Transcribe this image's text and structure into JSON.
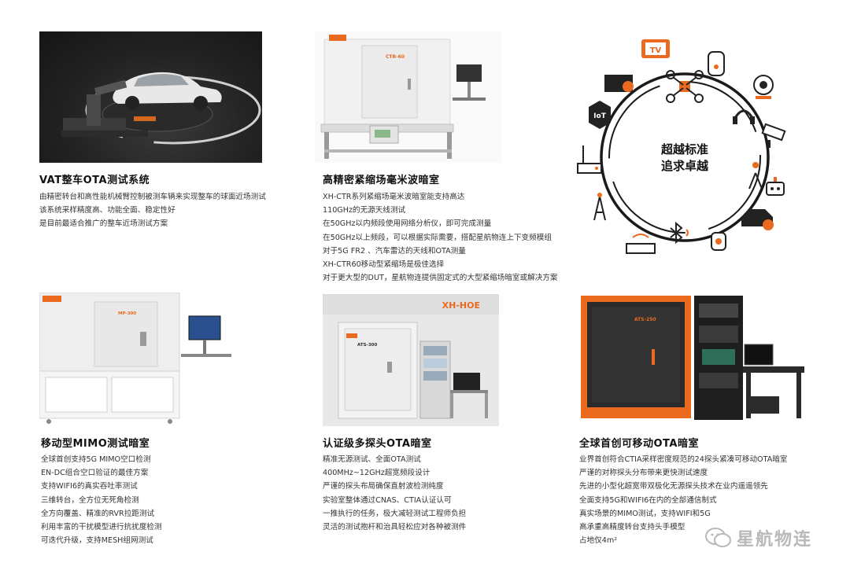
{
  "sections": [
    {
      "title": "VAT整车OTA测试系统",
      "lines": [
        "由精密转台和高性能机械臂控制被测车辆来实现整车的球面近场测试",
        "该系统采样精度高、功能全面、稳定性好",
        "是目前最适合推广的整车近场测试方案"
      ]
    },
    {
      "title": "高精密紧缩场毫米波暗室",
      "lines": [
        "XH-CTR系列紧缩场毫米波暗室能支持高达",
        "110GHz的无源天线测试",
        "在50GHz以内频段使用网络分析仪，即可完成测量",
        "在50GHz以上频段，可以根据实际需要，搭配星航物连上下变频模组",
        "对于5G FR2 、汽车雷达的天线和OTA测量",
        "XH-CTR60移动型紧缩场是极佳选择",
        "对于更大型的DUT，星航物连提供固定式的大型紧缩场暗室或解决方案"
      ],
      "device_label": "CTR-60"
    },
    {
      "title": "移动型MIMO测试暗室",
      "lines": [
        "全球首创支持5G MIMO空口检测",
        "EN-DC组合空口验证的最佳方案",
        "支持WIFI6的真实吞吐率测试",
        "三维转台，全方位无死角检测",
        "全方向覆盖、精准的RVR拉距测试",
        "利用丰富的干扰模型进行抗扰度检测",
        "可迭代升级，支持MESH组网测试"
      ],
      "device_label": "MP-300"
    },
    {
      "title": "认证级多探头OTA暗室",
      "lines": [
        "精准无源测试、全面OTA测试",
        "400MHz~12GHz超宽频段设计",
        "严谨的探头布局确保直射波检测纯度",
        "实验室整体通过CNAS、CTIA认证认可",
        "一推执行的任务，极大减轻测试工程师负担",
        "灵活的测试抱杆和治具轻松应对各种被测件"
      ],
      "wall_logo": "XH-HOE",
      "device_label": "ATS-300"
    },
    {
      "title": "全球首创可移动OTA暗室",
      "lines": [
        "业界首创符合CTIA采样密度规范的24探头紧凑可移动OTA暗室",
        "严谨的对称探头分布带来更快测试速度",
        "先进的小型化超宽带双极化无源探头技术在业内遥遥领先",
        "全面支持5G和WIFI6在内的全部通信制式",
        "真实场景的MIMO测试，支持WIFI和5G",
        "高承重高精度转台支持头手模型",
        "占地仅4m²"
      ],
      "device_label": "ATS-250"
    }
  ],
  "brand": "星航物连",
  "wheel": {
    "slogan_1": "超越标准",
    "slogan_2": "追求卓越",
    "tv_label": "TV",
    "iot_label": "IoT"
  },
  "colors": {
    "orange": "#ea6a1f",
    "dark": "#1a1a1a",
    "text": "#333333"
  }
}
